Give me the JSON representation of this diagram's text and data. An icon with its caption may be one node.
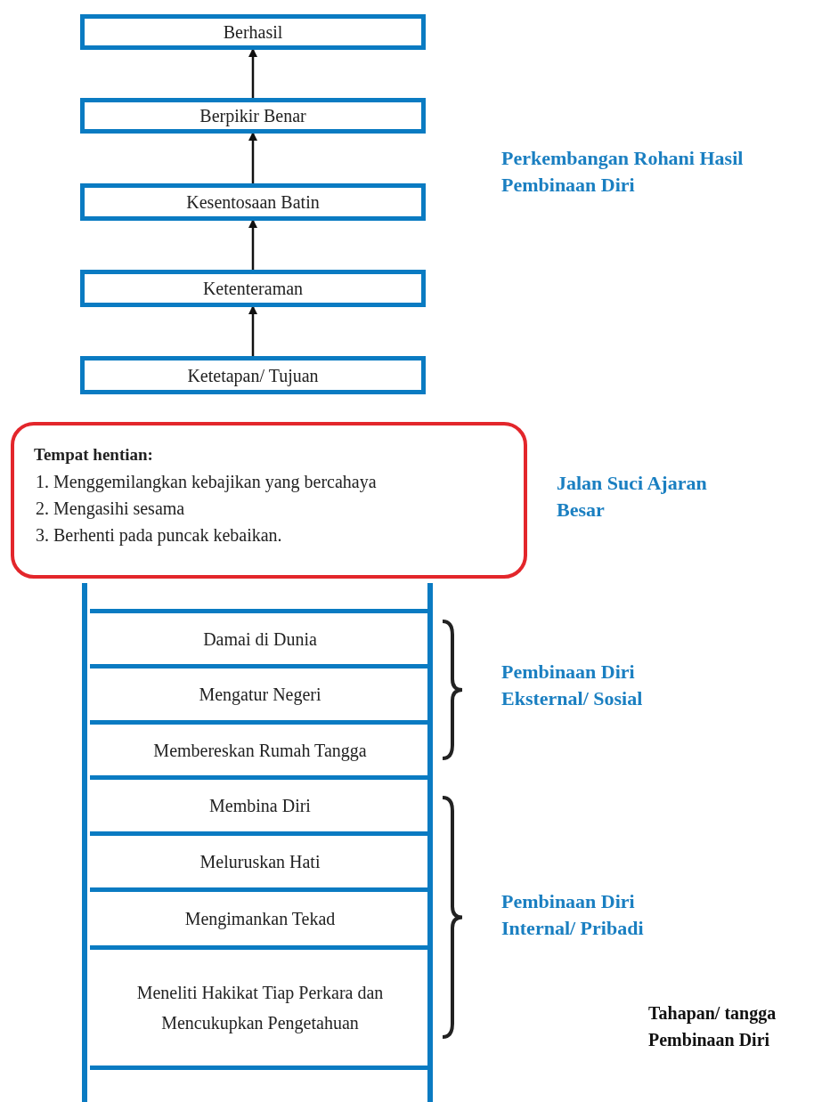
{
  "diagram": {
    "nodes": [
      {
        "text": [
          "Berhasil"
        ]
      },
      {
        "text": [
          "Berpikir Benar"
        ]
      },
      {
        "text": [
          "Kesentosaan Batin"
        ]
      },
      {
        "text": [
          "Ketenteraman"
        ]
      },
      {
        "text": [
          "Ketetapan/ Tujuan"
        ]
      },
      {
        "text": [
          "Tempat hentian:",
          "1. Menggemilangkan kebajikan yang bercahaya",
          "2. Mengasihi sesama",
          "3. Berhenti pada puncak kebaikan."
        ]
      },
      {
        "text": [
          "Damai di Dunia"
        ]
      },
      {
        "text": [
          "Mengatur Negeri"
        ]
      },
      {
        "text": [
          "Membereskan Rumah Tangga"
        ]
      },
      {
        "text": [
          "Membina Diri"
        ]
      },
      {
        "text": [
          "Meluruskan Hati"
        ]
      },
      {
        "text": [
          "Mengimankan Tekad"
        ]
      },
      {
        "text": [
          "Meneliti Hakikat Tiap Perkara dan Mencukupkan Pengetahuan"
        ]
      }
    ],
    "edges": [
      {
        "from": 4,
        "to": 3,
        "arrow": "to"
      },
      {
        "from": 3,
        "to": 2,
        "arrow": "to"
      },
      {
        "from": 2,
        "to": 1,
        "arrow": "to"
      },
      {
        "from": 1,
        "to": 0,
        "arrow": "to"
      }
    ],
    "labels": [
      "Perkembangan Rohani Hasil Pembinaan Diri",
      "Jalan Suci Ajaran Besar",
      "Pembinaan Diri Eksternal/ Sosial",
      "Pembinaan Diri Internal/ Pribadi",
      "Tahapan/ tangga Pembinaan Diri"
    ]
  }
}
